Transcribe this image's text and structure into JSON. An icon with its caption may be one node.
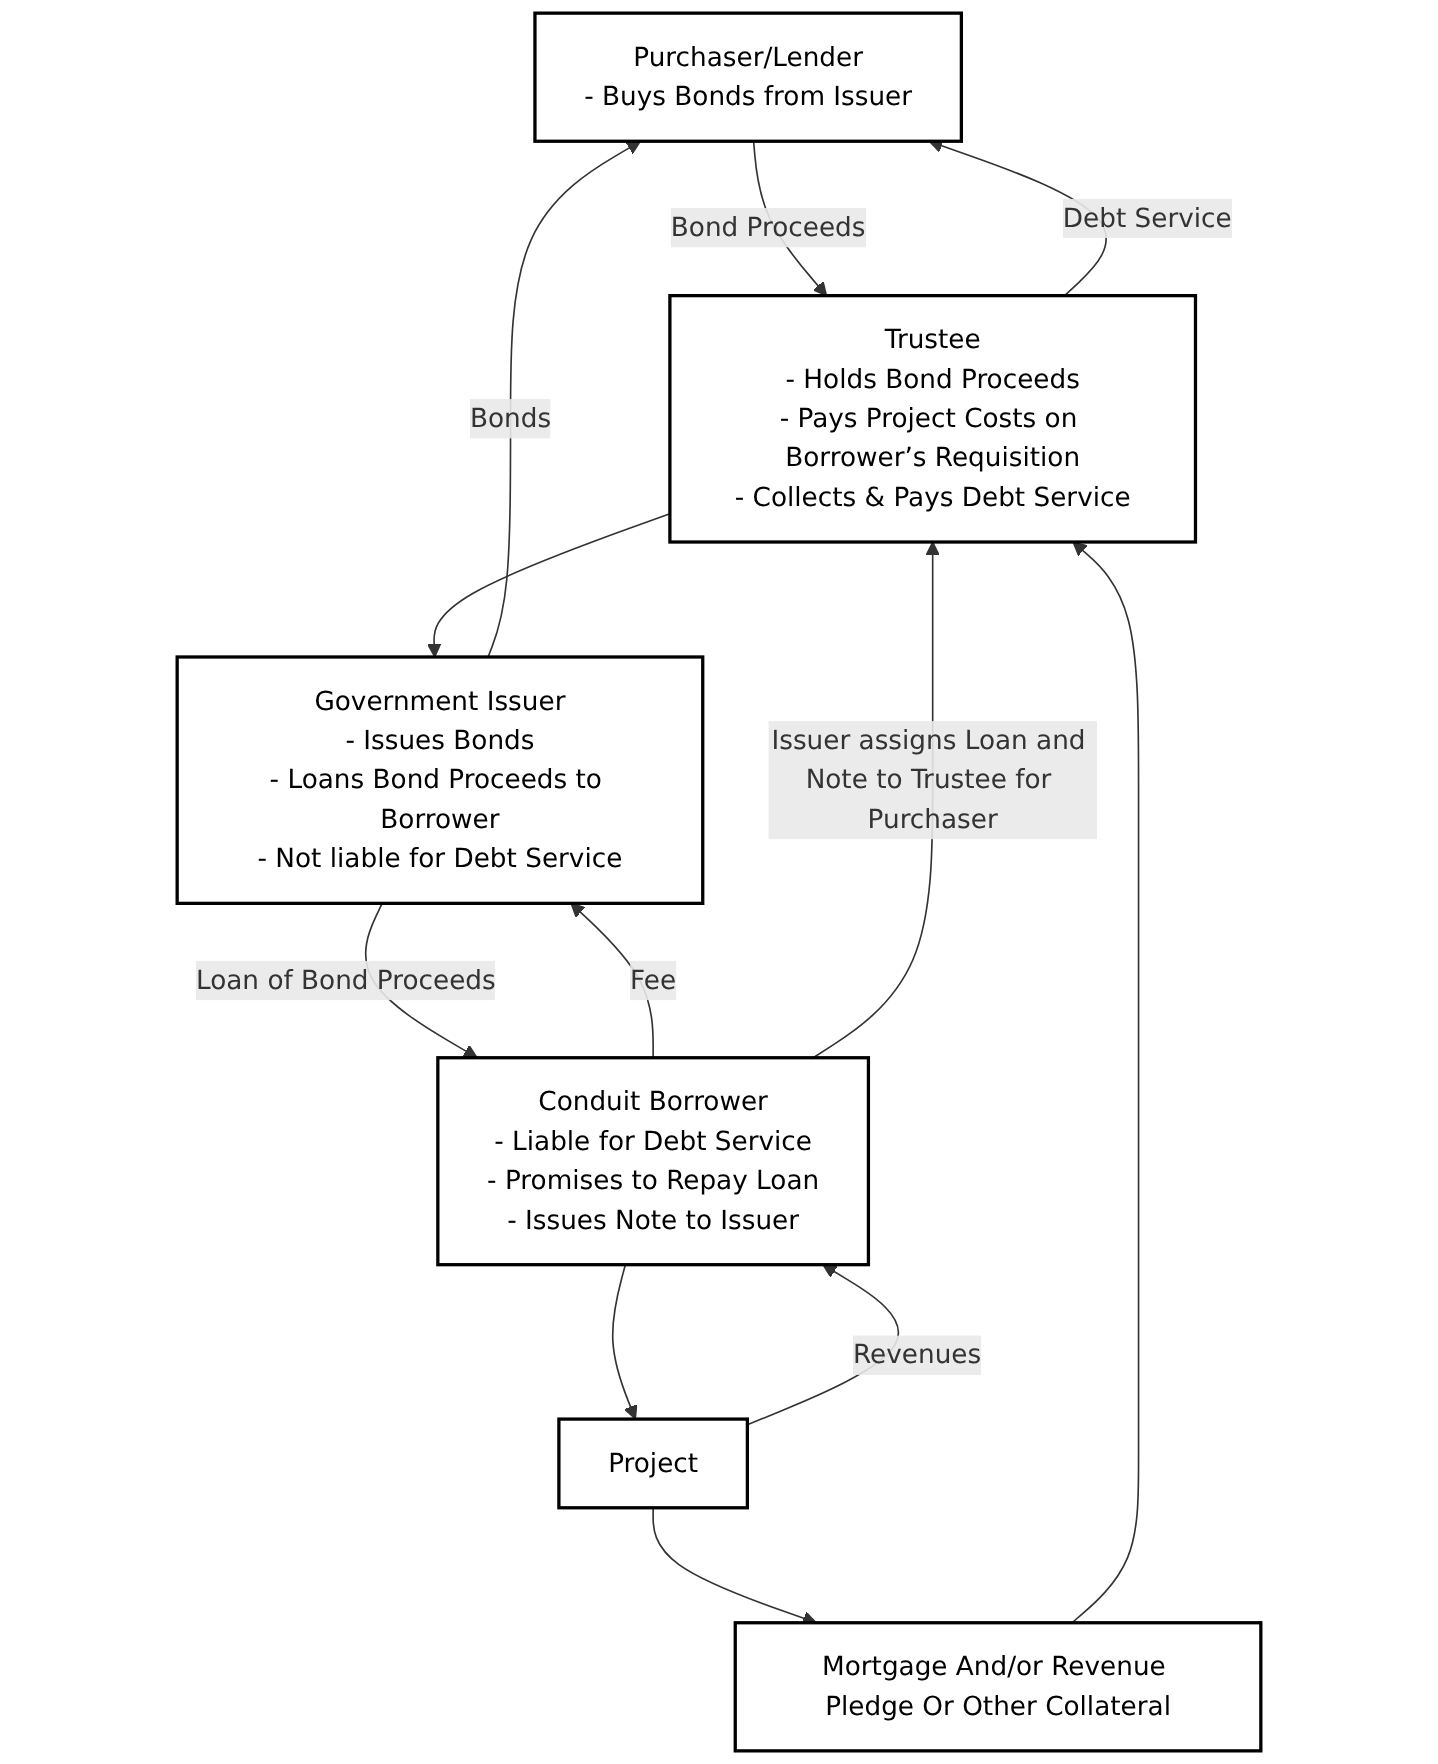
{
  "diagram": {
    "nodes": [
      {
        "text": [
          "Purchaser/Lender",
          "- Buys Bonds from Issuer"
        ]
      },
      {
        "text": [
          "Trustee",
          "- Holds Bond Proceeds",
          "- Pays Project Costs on Borrower’s Requisition",
          "- Collects & Pays Debt Service"
        ]
      },
      {
        "text": [
          "Government Issuer",
          "- Issues Bonds",
          "- Loans Bond Proceeds to Borrower",
          "- Not liable for Debt Service"
        ]
      },
      {
        "text": [
          "Conduit Borrower",
          "- Liable for Debt Service",
          "- Promises to Repay Loan",
          "- Issues Note to Issuer"
        ]
      },
      {
        "text": [
          "Project"
        ]
      },
      {
        "text": [
          "Mortgage And/or Revenue Pledge Or Other Collateral"
        ]
      }
    ],
    "edges": [
      {
        "from": 0,
        "to": 1,
        "arrow": "to",
        "label": "Bond Proceeds"
      },
      {
        "from": 1,
        "to": 0,
        "arrow": "to",
        "label": "Debt Service"
      },
      {
        "from": 2,
        "to": 0,
        "arrow": "to",
        "label": "Bonds"
      },
      {
        "from": 1,
        "to": 2,
        "arrow": "to"
      },
      {
        "from": 2,
        "to": 3,
        "arrow": "to",
        "label": "Loan of Bond Proceeds"
      },
      {
        "from": 3,
        "to": 2,
        "arrow": "to",
        "label": "Fee"
      },
      {
        "from": 3,
        "to": 1,
        "arrow": "to",
        "label": "Issuer assigns Loan and Note to Trustee for Purchaser"
      },
      {
        "from": 4,
        "to": 3,
        "arrow": "to",
        "label": "Revenues"
      },
      {
        "from": 3,
        "to": 4,
        "arrow": "to"
      },
      {
        "from": 4,
        "to": 5,
        "arrow": "to"
      },
      {
        "from": 5,
        "to": 1,
        "arrow": "to"
      }
    ]
  }
}
